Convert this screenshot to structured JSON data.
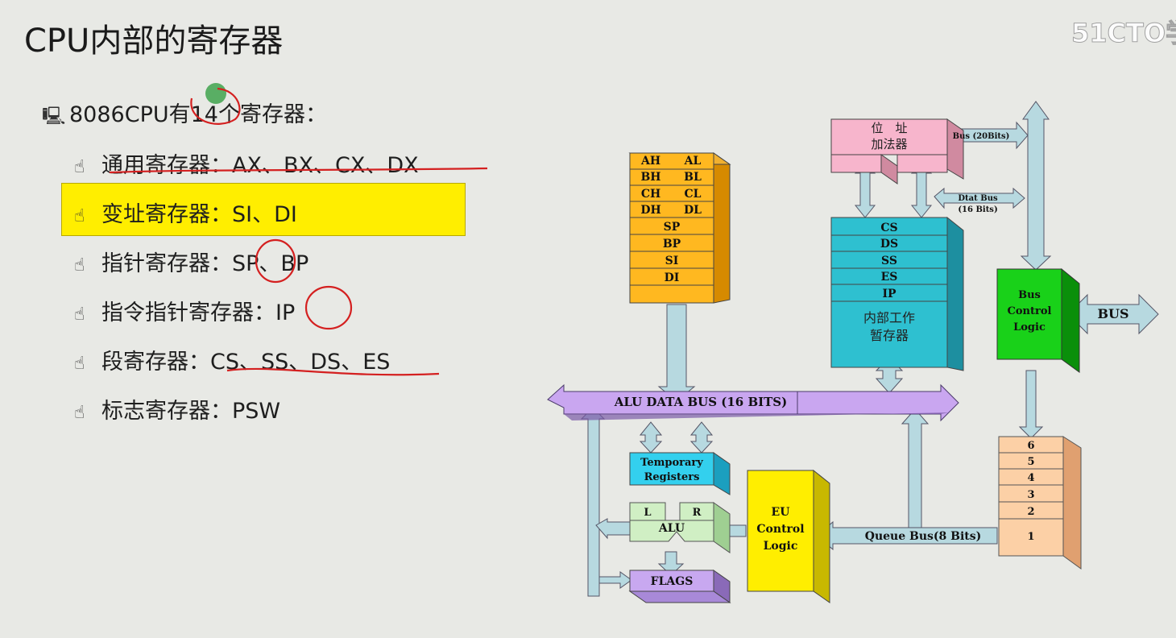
{
  "title": "CPU内部的寄存器",
  "watermark": "51CTO学",
  "intro": "8086CPU有14个寄存器：",
  "bullets": [
    {
      "text": "通用寄存器：AX、BX、CX、DX"
    },
    {
      "text": "变址寄存器：SI、DI"
    },
    {
      "text": "指针寄存器：SP、BP"
    },
    {
      "text": "指令指针寄存器：IP"
    },
    {
      "text": "段寄存器：CS、SS、DS、ES"
    },
    {
      "text": "标志寄存器：PSW"
    }
  ],
  "diagram": {
    "gp_registers": [
      [
        "AH",
        "AL"
      ],
      [
        "BH",
        "BL"
      ],
      [
        "CH",
        "CL"
      ],
      [
        "DH",
        "DL"
      ]
    ],
    "pointer_registers": [
      "SP",
      "BP",
      "SI",
      "DI"
    ],
    "adder_label": [
      "位　址",
      "加法器"
    ],
    "addr_bus_label": "Bus (20Bits)",
    "data_bus_label": [
      "Dtat Bus",
      "(16 Bits)"
    ],
    "segment_registers": [
      "CS",
      "DS",
      "SS",
      "ES",
      "IP"
    ],
    "internal_regs_label": [
      "内部工作",
      "暂存器"
    ],
    "bus_control_label": [
      "Bus",
      "Control",
      "Logic"
    ],
    "bus_label": "BUS",
    "alu_bus_label": "ALU DATA BUS (16 BITS)",
    "temp_regs_label": [
      "Temporary",
      "Registers"
    ],
    "alu_lr": [
      "L",
      "R"
    ],
    "alu_label": "ALU",
    "flags_label": "FLAGS",
    "eu_label": [
      "EU",
      "Control",
      "Logic"
    ],
    "queue_bus_label": "Queue  Bus(8 Bits)",
    "queue_slots": [
      "6",
      "5",
      "4",
      "3",
      "2",
      "1"
    ]
  }
}
